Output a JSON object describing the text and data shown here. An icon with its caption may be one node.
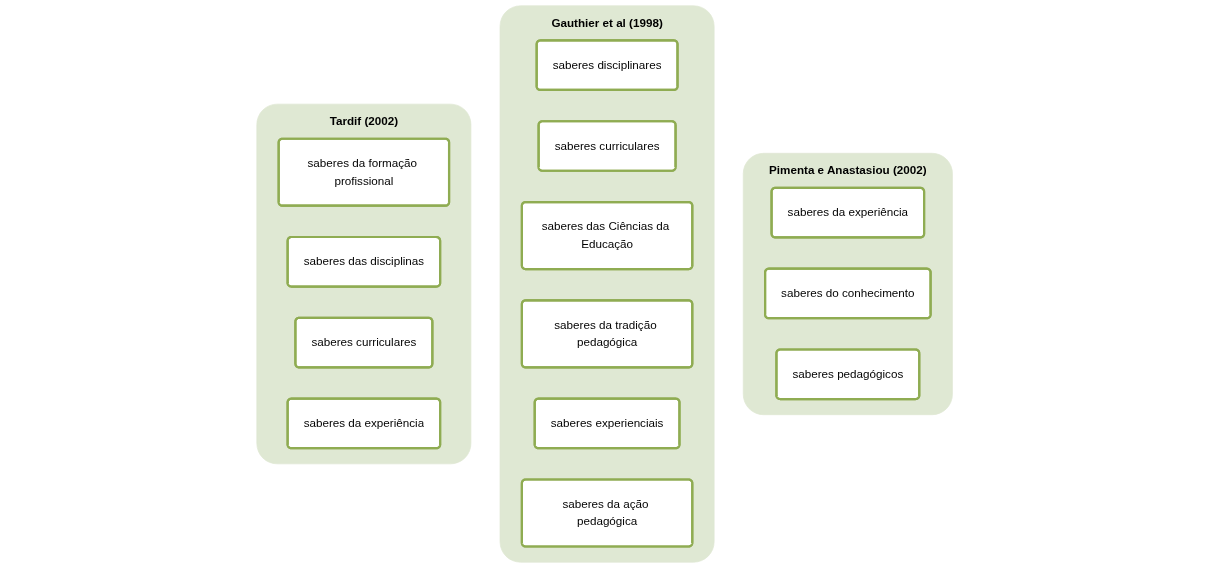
{
  "diagram": {
    "nodes": [
      {
        "text": [
          "Tardif (2002)"
        ]
      },
      {
        "text": [
          "saberes da formação profissional"
        ],
        "in": 0
      },
      {
        "text": [
          "saberes das disciplinas"
        ],
        "in": 0
      },
      {
        "text": [
          "saberes curriculares"
        ],
        "in": 0
      },
      {
        "text": [
          "saberes da experiência"
        ],
        "in": 0
      },
      {
        "text": [
          "Gauthier et al (1998)"
        ]
      },
      {
        "text": [
          "saberes disciplinares"
        ],
        "in": 5
      },
      {
        "text": [
          "saberes curriculares"
        ],
        "in": 5
      },
      {
        "text": [
          "saberes das Ciências da Educação"
        ],
        "in": 5
      },
      {
        "text": [
          "saberes da tradição pedagógica"
        ],
        "in": 5
      },
      {
        "text": [
          "saberes experienciais"
        ],
        "in": 5
      },
      {
        "text": [
          "saberes da ação pedagógica"
        ],
        "in": 5
      },
      {
        "text": [
          "Pimenta e Anastasiou (2002)"
        ]
      },
      {
        "text": [
          "saberes da experiência"
        ],
        "in": 12
      },
      {
        "text": [
          "saberes do conhecimento"
        ],
        "in": 12
      },
      {
        "text": [
          "saberes pedagógicos"
        ],
        "in": 12
      }
    ],
    "edges": []
  }
}
